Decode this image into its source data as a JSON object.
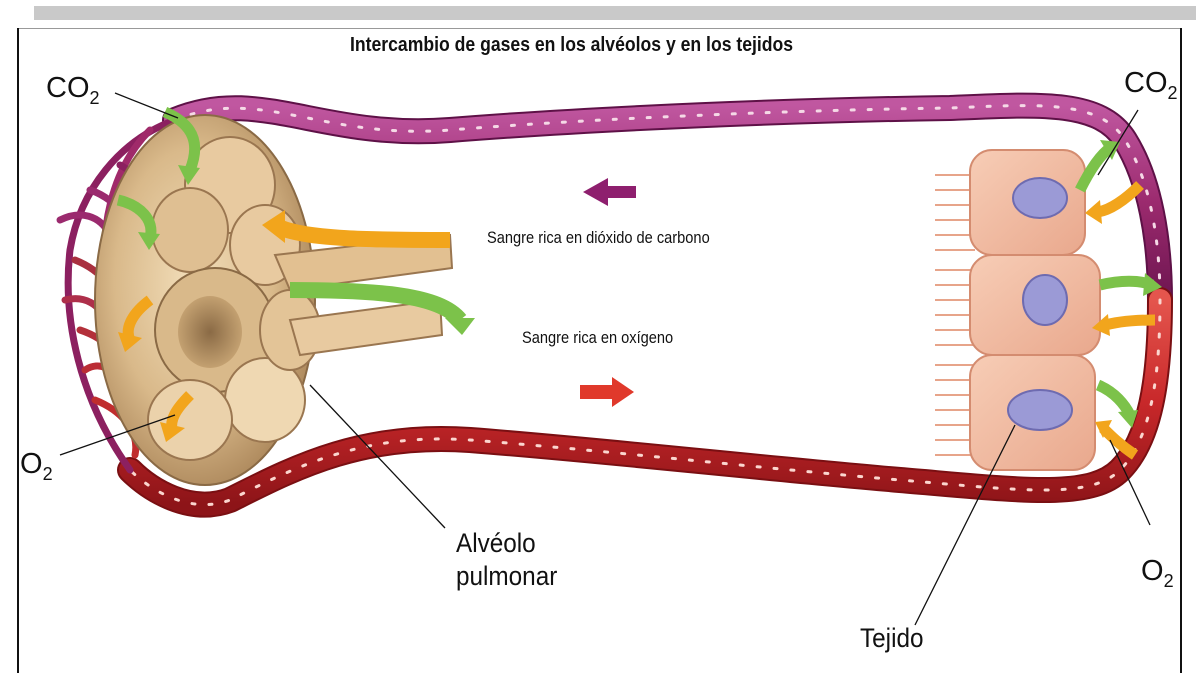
{
  "title": "Intercambio de gases en los alvéolos y en los tejidos",
  "labels": {
    "co2_left": {
      "base": "CO",
      "sub": "2"
    },
    "co2_right": {
      "base": "CO",
      "sub": "2"
    },
    "o2_left": {
      "base": "O",
      "sub": "2"
    },
    "o2_right": {
      "base": "O",
      "sub": "2"
    },
    "deoxygenated_blood": "Sangre rica en dióxido de carbono",
    "oxygenated_blood": "Sangre rica en oxígeno",
    "alveolo_line1": "Alvéolo",
    "alveolo_line2": "pulmonar",
    "tejido": "Tejido"
  },
  "colors": {
    "vein_purple": "#9b2a6e",
    "artery_red": "#c8282a",
    "alveolus_tan": "#d9b98a",
    "co2_arrow_green": "#7cc24a",
    "o2_arrow_orange": "#f2a51c",
    "flow_arrow_purple": "#8e1f6e",
    "flow_arrow_red": "#e0392b",
    "cell_pink": "#f2b8a0",
    "nucleus_blue": "#9b9ad6"
  }
}
